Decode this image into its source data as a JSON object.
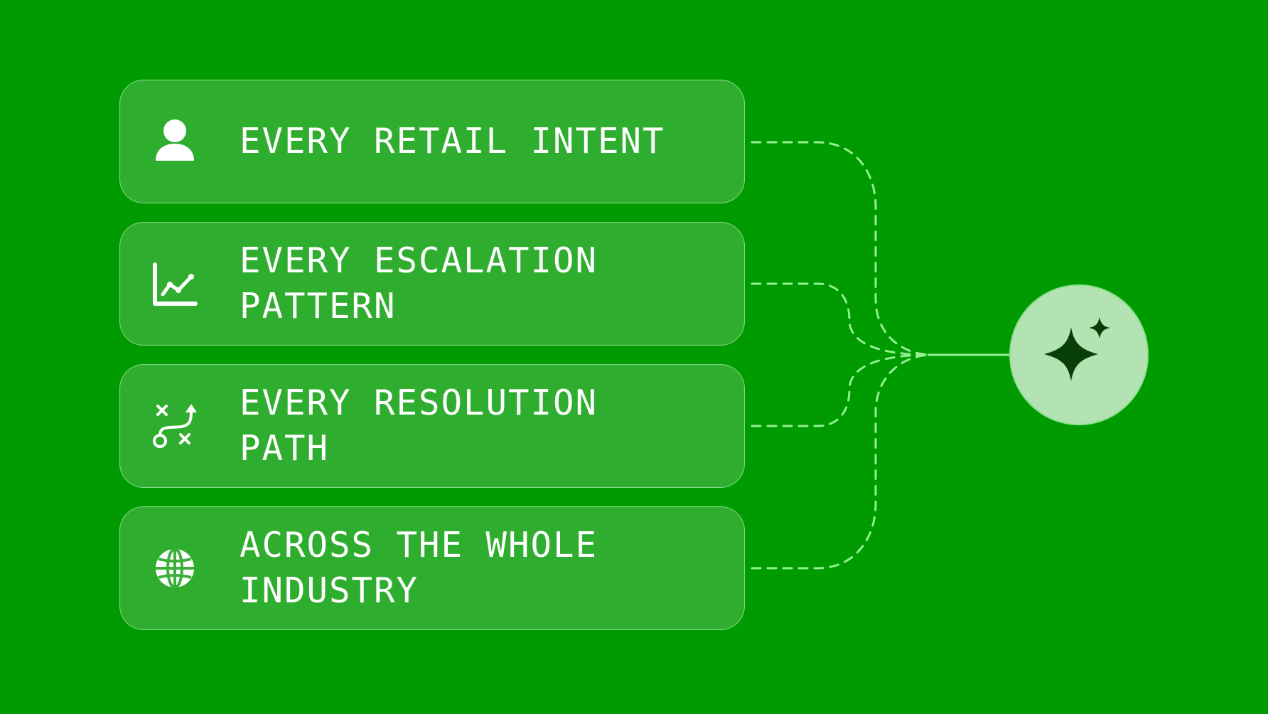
{
  "colors": {
    "background": "#009b00",
    "card_fill": "rgba(255,255,255,0.18)",
    "card_border": "#b8f5b8",
    "text": "#ffffff",
    "connector": "#92f092",
    "target_fill": "#b3e2b3",
    "target_icon": "#073f07"
  },
  "cards": [
    {
      "label": "EVERY RETAIL INTENT",
      "icon": "person-icon"
    },
    {
      "label": "EVERY ESCALATION\nPATTERN",
      "icon": "line-chart-icon"
    },
    {
      "label": "EVERY RESOLUTION PATH",
      "icon": "route-path-icon"
    },
    {
      "label": "ACROSS THE WHOLE\nINDUSTRY",
      "icon": "globe-icon"
    }
  ],
  "target": {
    "icon": "sparkle-icon"
  }
}
